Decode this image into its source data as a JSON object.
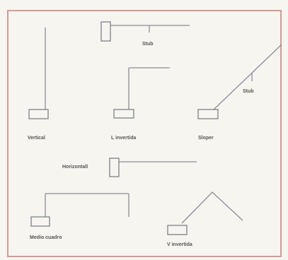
{
  "labels": {
    "stub_top": "Stub",
    "stub_right": "Stub",
    "vertical": "Vertical",
    "l_invertida": "L invertida",
    "sloper": "Sloper",
    "horizontal": "Horizontall",
    "medio_cuadro": "Medio cuadro",
    "v_invertida": "V invertida"
  },
  "colors": {
    "line": "#8c8c96",
    "box": "#7f8088",
    "frame": "#d59a94",
    "label": "#555555"
  }
}
